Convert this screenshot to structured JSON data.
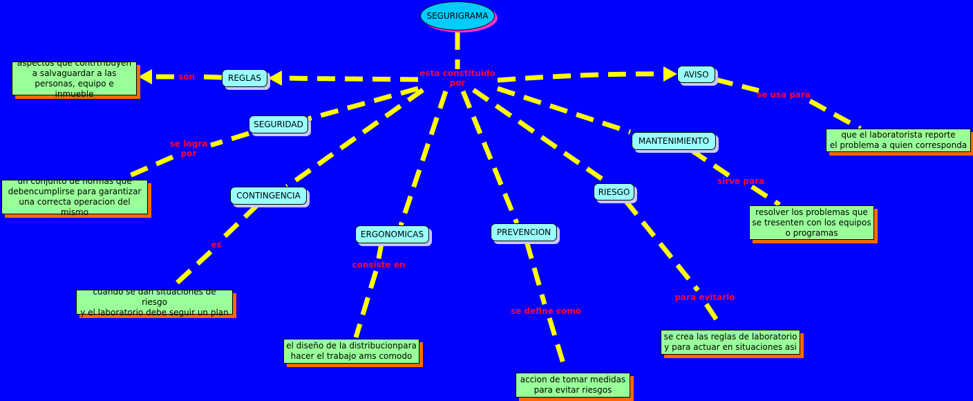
{
  "root": {
    "label": "SEGURIGRAMA"
  },
  "hub_link": "esta constituido\npor",
  "concepts": [
    {
      "id": "reglas",
      "label": "REGLAS",
      "link": "son",
      "note": "aspectos que contrtribuyen\na salvaguardar a las\npersonas, equipo e inmueble"
    },
    {
      "id": "aviso",
      "label": "AVISO",
      "link": "se usa para",
      "note": "que el laboratorista reporte\nel problema a quien corresponda"
    },
    {
      "id": "seguridad",
      "label": "SEGURIDAD",
      "link": "se logra\npor",
      "note": "un conjunto de normas que\ndebencumplirse para garantizar\nuna correcta operacion del mismo"
    },
    {
      "id": "contingencia",
      "label": "CONTINGENCIA",
      "link": "es",
      "note": "cuando se dan situaciones de riesgo\ny el laboratorio debe seguir un plan"
    },
    {
      "id": "ergonomicas",
      "label": "ERGONOMICAS",
      "link": "consiste en",
      "note": "el diseño de la distribucionpara\nhacer el trabajo ams comodo"
    },
    {
      "id": "prevencion",
      "label": "PREVENCION",
      "link": "se define como",
      "note": "accion de tomar medidas\npara evitar riesgos"
    },
    {
      "id": "riesgo",
      "label": "RIESGO",
      "link": "para evitarlo",
      "note": "se crea las reglas de laboratorio\ny para actuar en situaciones asi"
    },
    {
      "id": "mantenimiento",
      "label": "MANTENIMIENTO",
      "link": "sirve para",
      "note": "resolver los problemas que\nse tresenten con los equipos\no programas"
    }
  ],
  "colors": {
    "background": "#0000ff",
    "line": "#ffff00",
    "link_text": "#ff0033",
    "concept": "#99ffff",
    "note": "#99ff99"
  }
}
